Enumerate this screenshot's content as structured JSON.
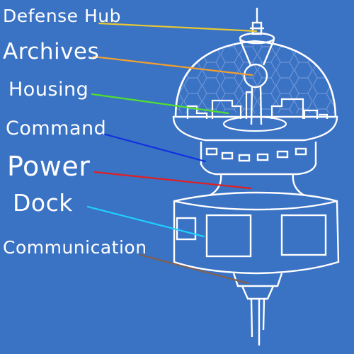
{
  "labels": {
    "defense_hub": "Defense Hub",
    "archives": "Archives",
    "housing": "Housing",
    "command": "Command",
    "power": "Power",
    "dock": "Dock",
    "communication": "Communication"
  },
  "leader_colors": {
    "defense_hub": "#e8c832",
    "archives": "#f0a030",
    "housing": "#50e030",
    "command": "#1030e0",
    "power": "#e02020",
    "dock": "#20d0ff",
    "communication": "#806050"
  },
  "colors": {
    "background": "#3a72c4",
    "linework": "#ffffff"
  }
}
